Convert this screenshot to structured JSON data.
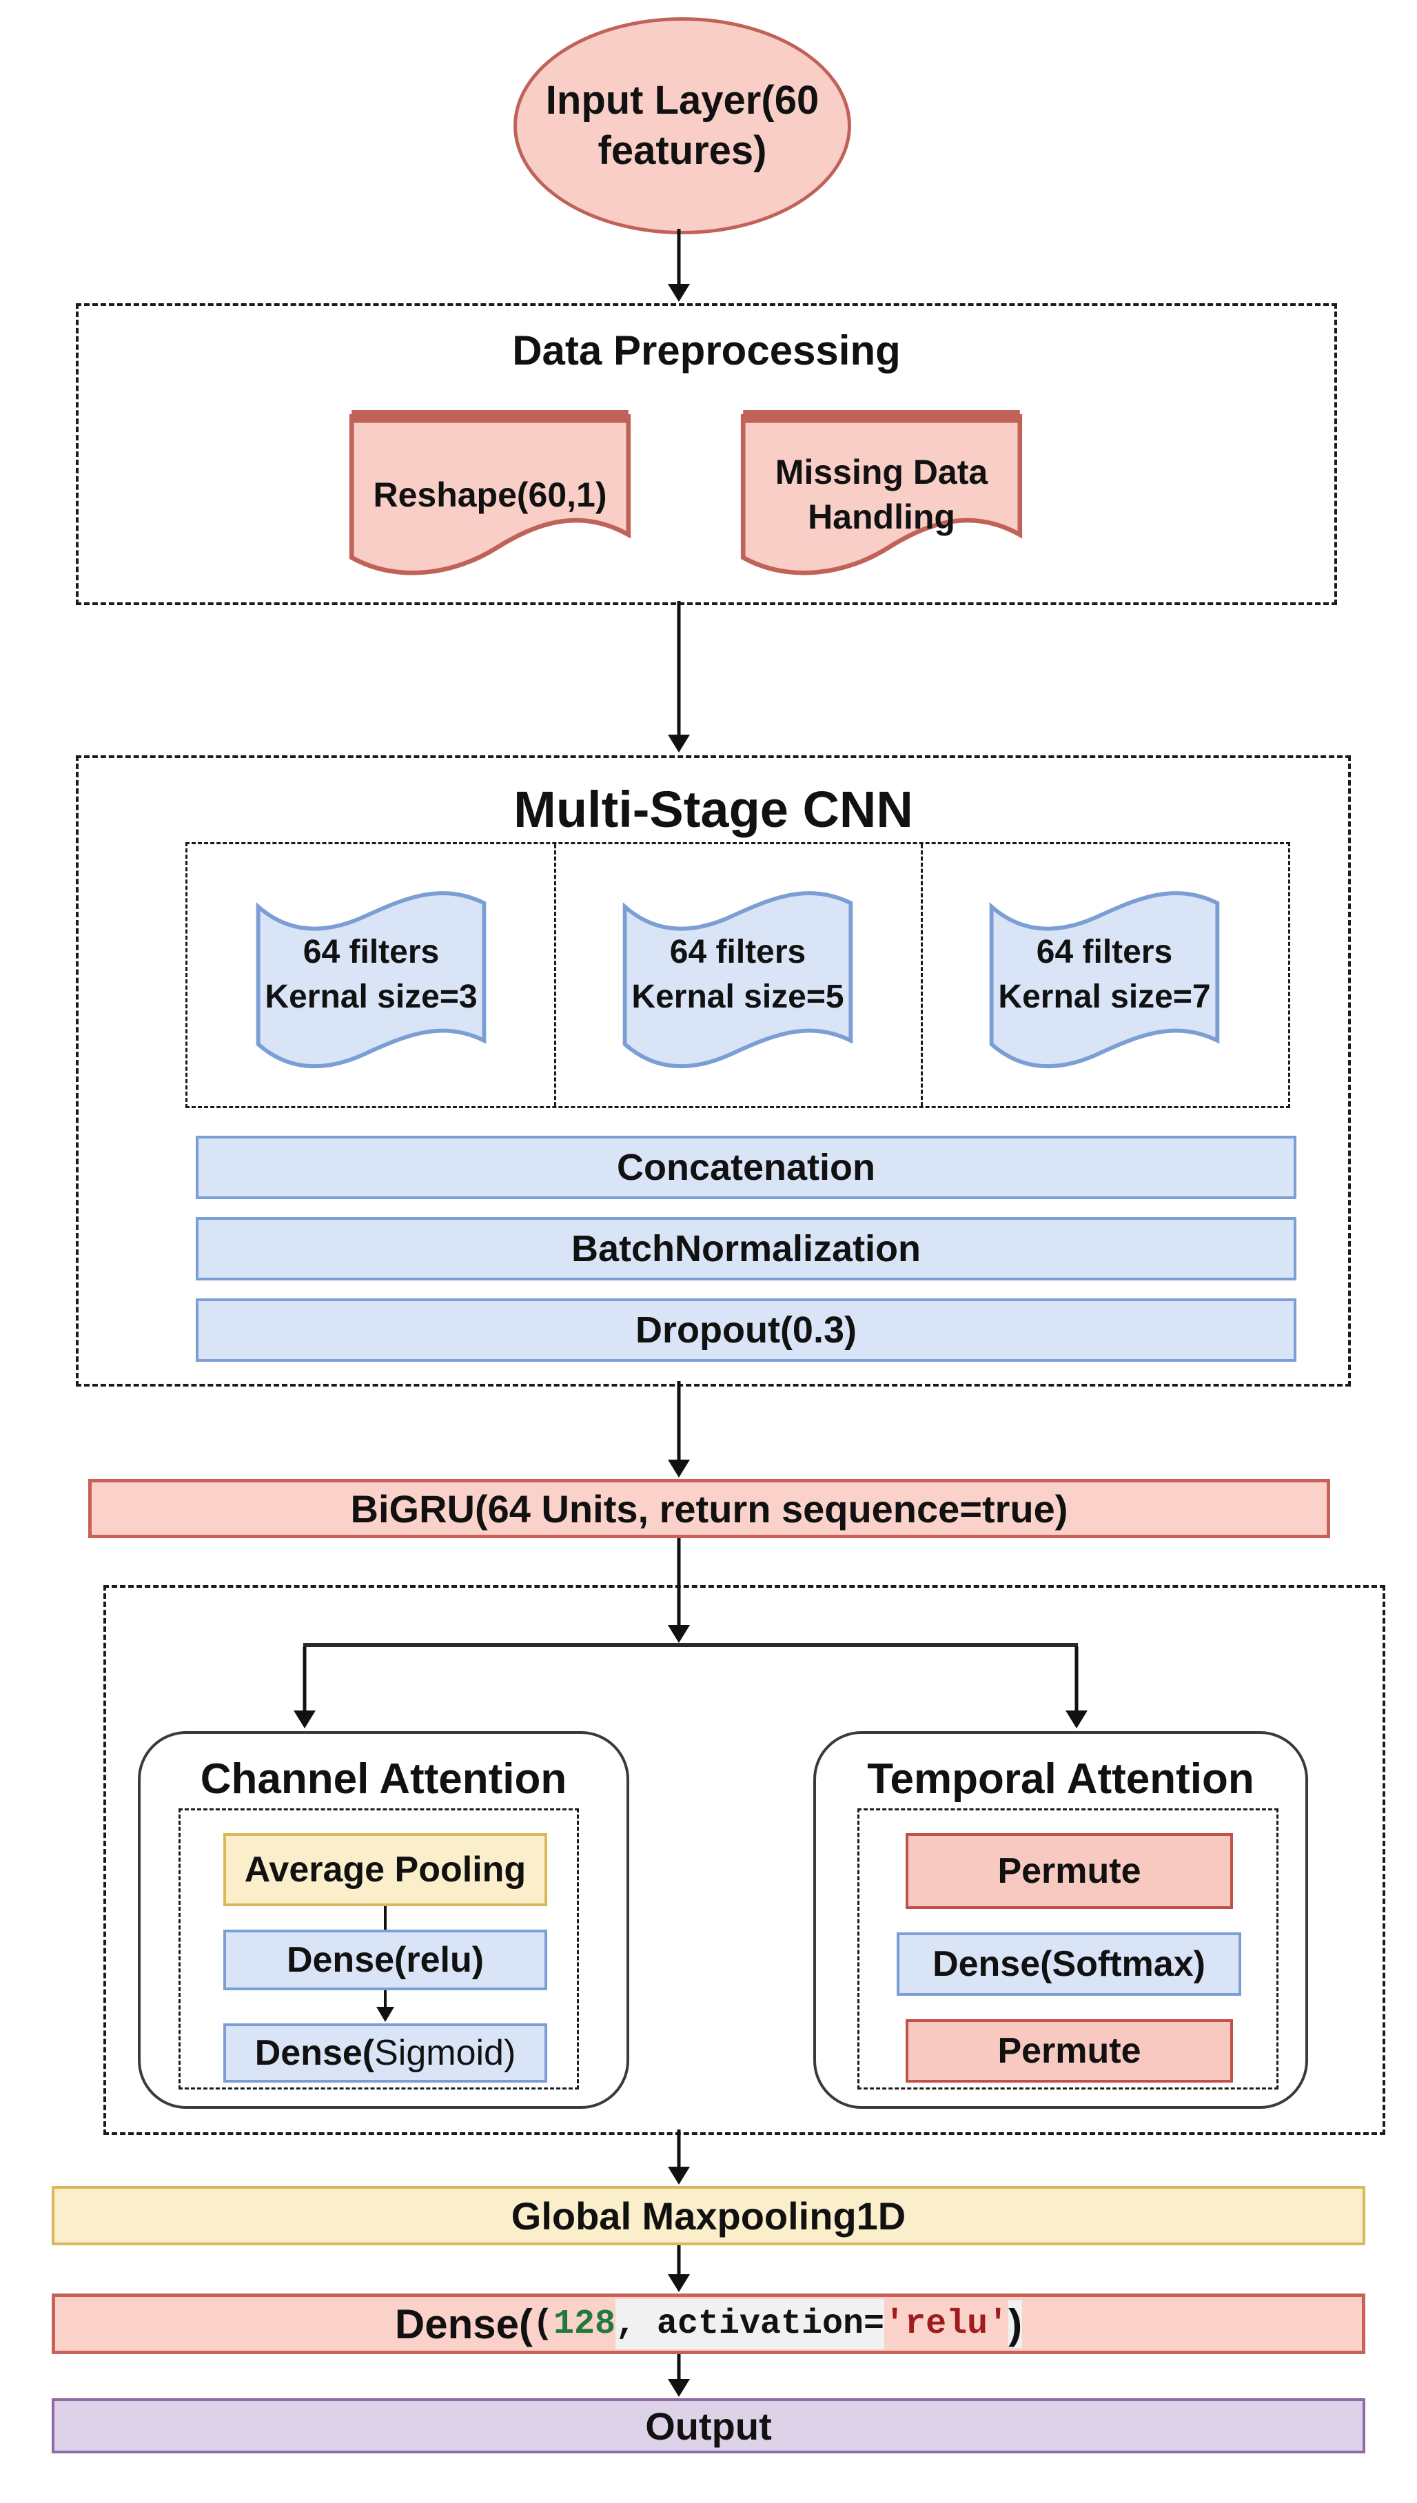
{
  "diagram": {
    "input": {
      "label": "Input Layer(60 features)"
    },
    "preprocessing": {
      "title": "Data Preprocessing",
      "steps": [
        "Reshape(60,1)",
        "Missing Data Handling"
      ]
    },
    "cnn": {
      "title": "Multi-Stage CNN",
      "branches": [
        {
          "filters": "64 filters",
          "kernel": "Kernal size=3"
        },
        {
          "filters": "64 filters",
          "kernel": "Kernal size=5"
        },
        {
          "filters": "64 filters",
          "kernel": "Kernal size=7"
        }
      ],
      "layers": [
        "Concatenation",
        "BatchNormalization",
        "Dropout(0.3)"
      ]
    },
    "bigru": {
      "label": "BiGRU(64 Units, return sequence=true)"
    },
    "attention": {
      "channel": {
        "title": "Channel Attention",
        "pooling": "Average Pooling",
        "dense_relu": "Dense(relu)",
        "dense_sigmoid_bold": "Dense(",
        "dense_sigmoid_rest": "Sigmoid)"
      },
      "temporal": {
        "title": "Temporal Attention",
        "permute_top": "Permute",
        "dense_softmax": "Dense(Softmax)",
        "permute_bottom": "Permute"
      }
    },
    "tail": {
      "global_pooling": "Global Maxpooling1D",
      "dense": {
        "prefix": "Dense(",
        "open_paren": "(",
        "units": "128",
        "mid": ", activation=",
        "activation": "'relu'",
        "close": ")"
      },
      "output": "Output"
    },
    "colors": {
      "node_pink_fill": "#f8cec7",
      "node_pink_border": "#c06258",
      "bar_red_fill": "#fad2ca",
      "bar_red_border": "#cb6156",
      "blue_fill": "#d9e5f7",
      "blue_border": "#7b9fd4",
      "yellow_fill": "#faeecb",
      "yellow_border": "#d9b75a",
      "purple_fill": "#ded2e8",
      "purple_border": "#8f6aa6",
      "code_highlight_bg": "#f1f1f1",
      "code_green": "#217a3c",
      "code_red": "#9e1c1c",
      "line_black": "#111111"
    }
  }
}
